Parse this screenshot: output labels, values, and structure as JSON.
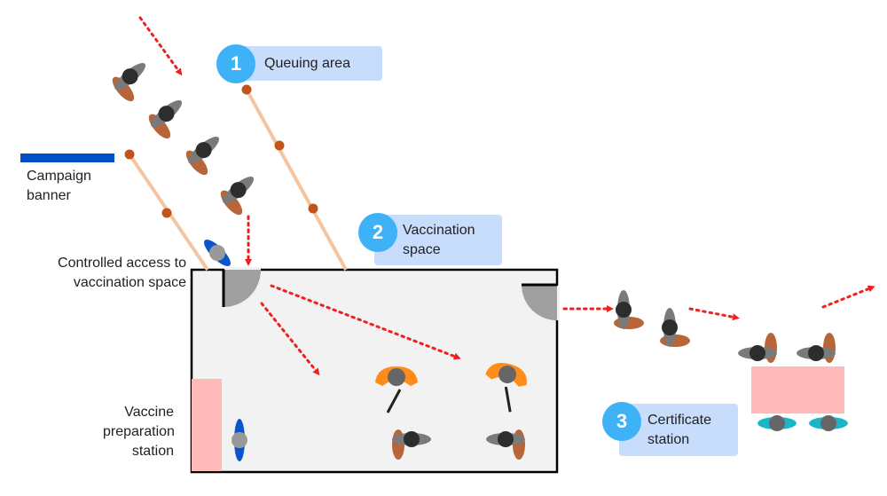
{
  "colors": {
    "badge": "#3fb2f7",
    "tag_bg": "#c8dcfb",
    "arrow": "#f0201e",
    "room_fill": "#f2f2f2",
    "table": "#ffb9b9",
    "banner": "#0050c8",
    "rope": "#f5c4a0",
    "post": "#c0541c",
    "staff_blue": "#0a55cc",
    "vet": "#ff8b18",
    "cert_staff": "#1bb5c8"
  },
  "zones": [
    {
      "number": "1",
      "label": "Queuing area"
    },
    {
      "number": "2",
      "label": "Vaccination space"
    },
    {
      "number": "3",
      "label": "Certificate station"
    }
  ],
  "labels": {
    "banner": "Campaign banner",
    "access": "Controlled access to vaccination space",
    "prep": "Vaccine preparation station"
  }
}
